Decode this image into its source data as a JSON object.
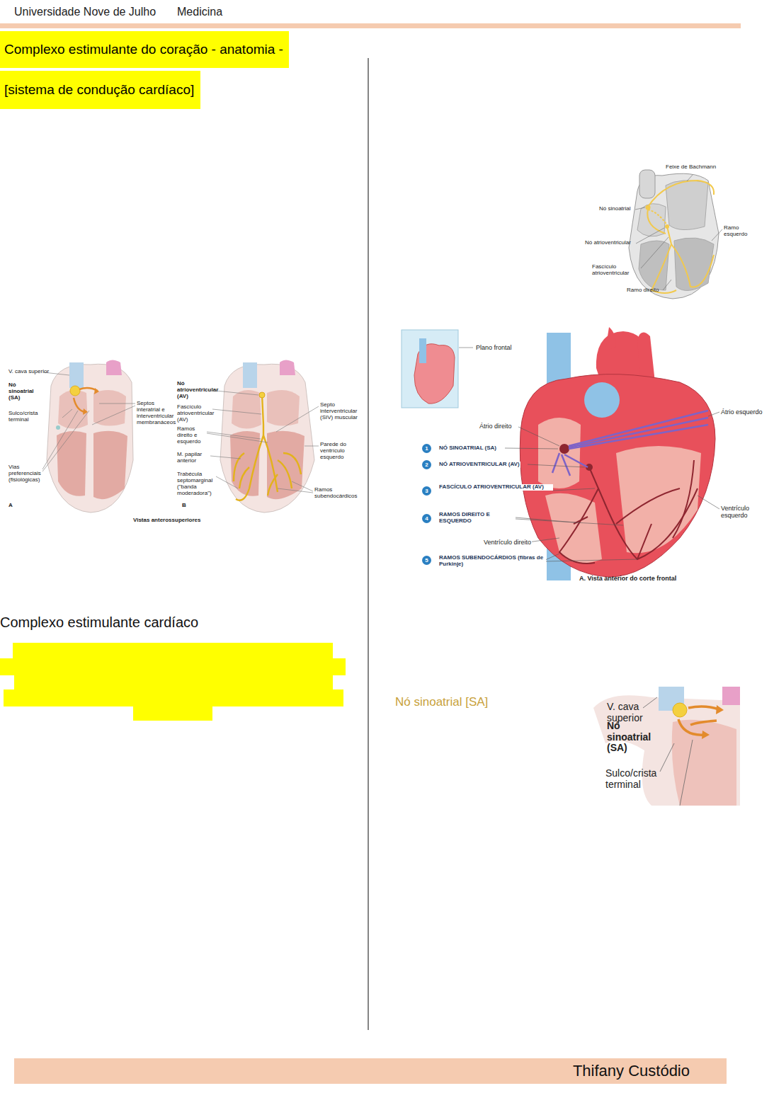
{
  "diagram": {
    "nodes": [
      {
        "text": [
          "Complexo estimulante do coração - anatomia -"
        ]
      },
      {
        "text": [
          "[sistema de condução cardíaco]"
        ]
      },
      {
        "text": [
          "1"
        ]
      },
      {
        "text": [
          "2"
        ]
      },
      {
        "text": [
          "3"
        ]
      },
      {
        "text": [
          "4"
        ]
      },
      {
        "text": [
          "5"
        ]
      },
      {
        "text": [
          "Thifany Custódio"
        ]
      }
    ],
    "labels": [
      "Universidade Nove de Julho",
      "Medicina",
      "V. cava superior",
      "Nó sinoatrial (SA)",
      "Sulco/crista terminal",
      "Vias preferenciais (fisiológicas)",
      "A",
      "Septos interatrial e interventricular membranáceos",
      "Nó atrioventricular (AV)",
      "Fascículo atrioventricular (AV)",
      "Ramos direito e esquerdo",
      "M. papilar anterior",
      "Trabécula septomarginal (\"banda moderadora\")",
      "B",
      "Septo interventricular (SIV) muscular",
      "Parede do ventrículo esquerdo",
      "Ramos subendocárdicos",
      "Vistas anterossuperiores",
      "Complexo estimulante cardíaco",
      "Feixe de Bachmann",
      "Nó sinoatrial",
      "Ramo esquerdo",
      "Nó atrioventricular",
      "Fascículo atrioventricular",
      "Ramo direito",
      "Plano frontal",
      "Átrio esquerdo",
      "Átrio direito",
      "NÓ SINOATRIAL (SA)",
      "NÓ ATRIOVENTRICULAR (AV)",
      "FASCÍCULO ATRIOVENTRICULAR (AV)",
      "RAMOS DIREITO E ESQUERDO",
      "Ventrículo esquerdo",
      "Ventrículo direito",
      "RAMOS SUBENDOCÁRDIOS (fibras de Purkinje)",
      "A. Vista anterior do corte frontal",
      "Nó sinoatrial [SA]",
      "V. cava superior",
      "Nó sinoatrial (SA)",
      "Sulco/crista terminal"
    ]
  }
}
